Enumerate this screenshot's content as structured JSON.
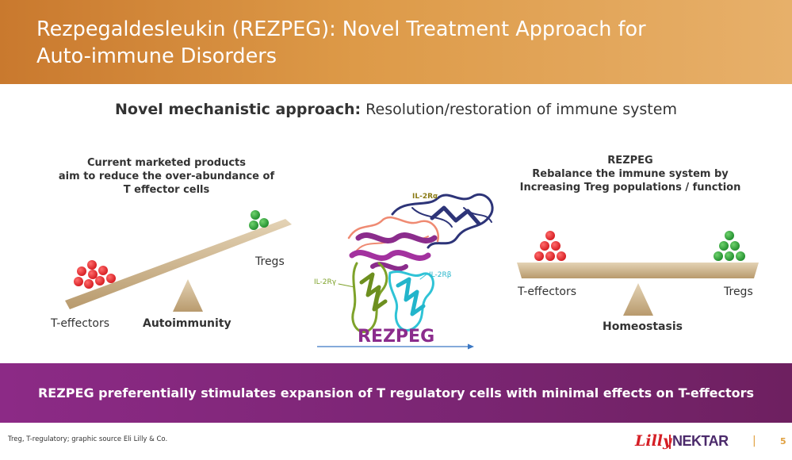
{
  "header": {
    "title": "Rezpegaldesleukin (REZPEG): Novel Treatment Approach for\nAuto-immune Disorders"
  },
  "subtitle": {
    "bold": "Novel mechanistic approach:",
    "rest": " Resolution/restoration of immune system"
  },
  "left_panel": {
    "caption": "Current marketed products\naim to reduce the over-abundance of\nT effector cells",
    "label_tregs": "Tregs",
    "label_teffectors": "T-effectors",
    "label_outcome": "Autoimmunity"
  },
  "center_panel": {
    "label_il2ra": "IL-2Rα",
    "label_il2rb": "IL-2Rβ",
    "label_il2rg": "IL-2Rγ",
    "drug_name": "REZPEG"
  },
  "right_panel": {
    "caption": "REZPEG\nRebalance the immune system by\nIncreasing Treg populations / function",
    "label_teffectors": "T-effectors",
    "label_tregs": "Tregs",
    "label_outcome": "Homeostasis"
  },
  "banner": {
    "text": "REZPEG preferentially stimulates expansion of T regulatory cells with minimal effects on T-effectors"
  },
  "footer": {
    "footnote": "Treg, T-regulatory; graphic source Eli Lilly & Co.",
    "logo_lilly": "Lilly",
    "logo_nektar": "NEKTAR",
    "separator": "|",
    "page_number": "5"
  },
  "colors": {
    "header_orange": "#d3883a",
    "banner_purple": "#84287e",
    "t_effector_red": "#e3242b",
    "treg_green": "#2e9d3a",
    "seesaw_tan": "#cdb48f",
    "rezpeg_purple": "#8b2c8c",
    "footer_accent": "#e0a040"
  },
  "icons": {
    "red_dot": "t-effector-cell-icon",
    "green_dot": "treg-cell-icon",
    "fulcrum": "fulcrum-triangle-icon",
    "protein": "protein-structure-icon",
    "arrow": "arrow-right-icon"
  }
}
